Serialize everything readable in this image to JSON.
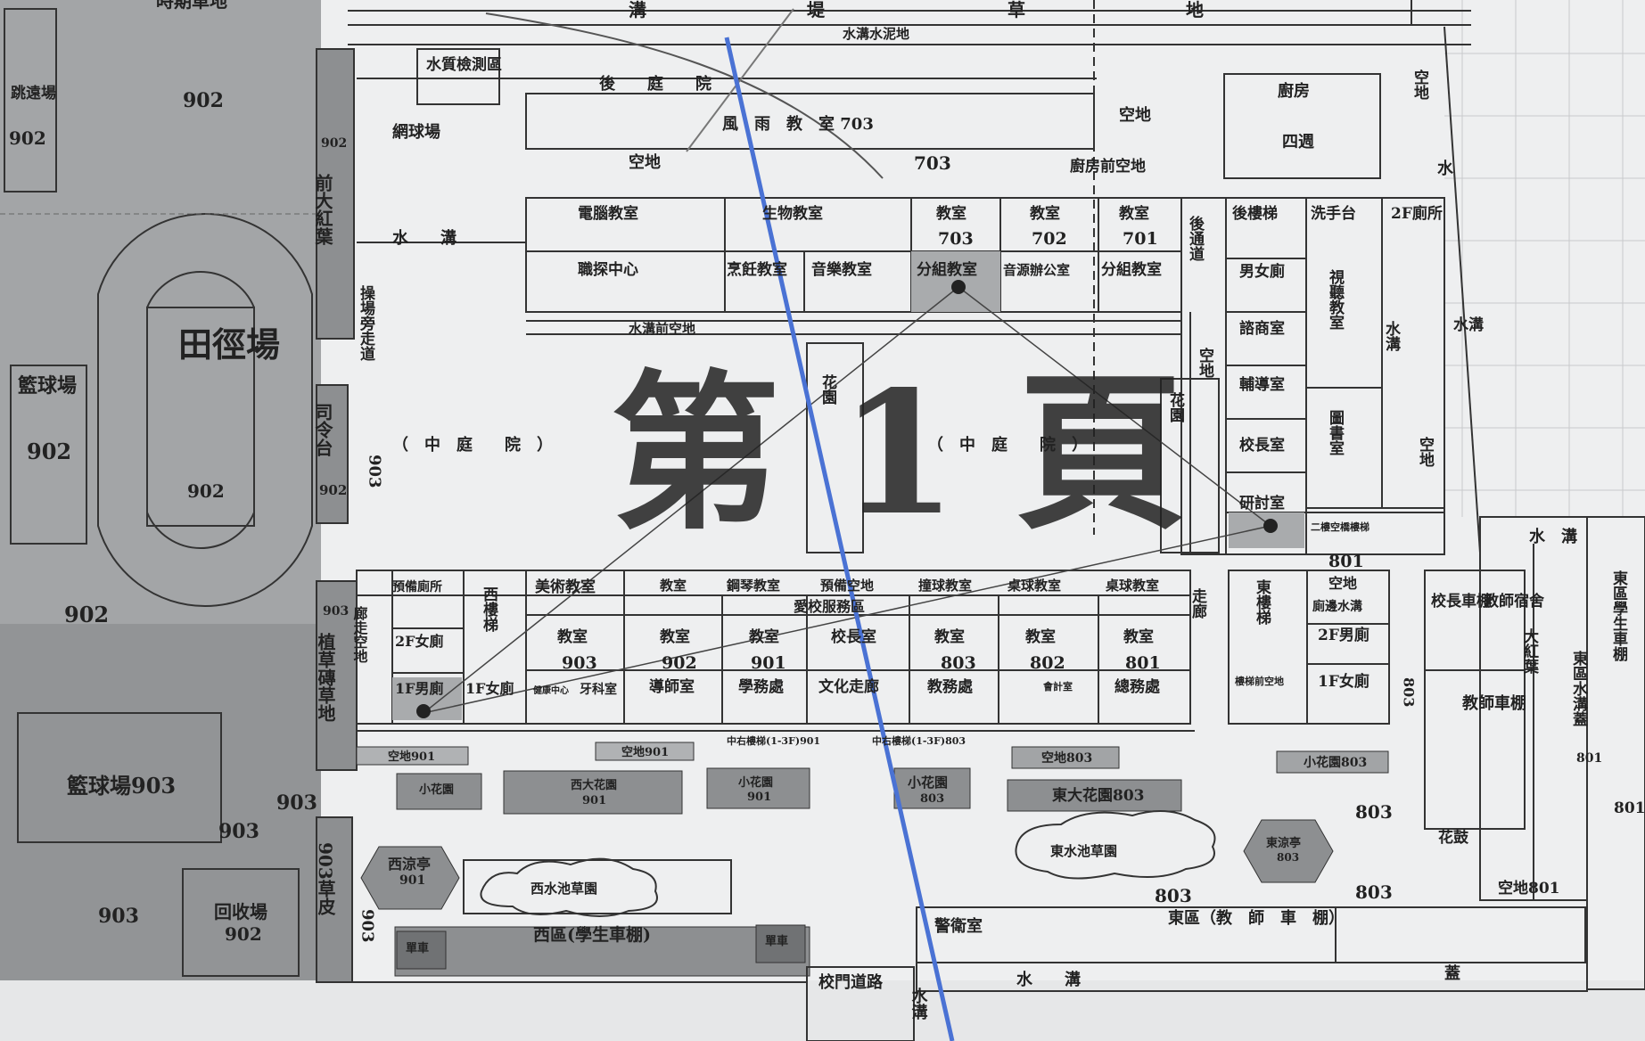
{
  "page": {
    "top_partial": "時期車地",
    "top_strip": [
      "溝",
      "堤",
      "草",
      "地"
    ],
    "watermark": "第 1 頁",
    "colors": {
      "paper": "#eeeff0",
      "gray_zone": "#9c9ea0",
      "dark_zone": "#8a8c8e",
      "line": "#3a3a3a",
      "blue_line": "#4a72d4"
    }
  },
  "left": {
    "跳遠場": "跳遠場",
    "z902": "902",
    "label_902": "902",
    "track": "田徑場",
    "track_code": "902",
    "籃球場": "籃球場",
    "c902": "902",
    "label_902b": "902",
    "court903": "籃球場903",
    "label_903a": "903",
    "label_903b": "903",
    "label_903c": "903",
    "recycle": "回收場",
    "recycle_code": "902"
  },
  "columns": {
    "c1_code": "902",
    "c1": "前大紅葉",
    "c2": "司令台",
    "c2_code": "902",
    "c3_code": "903",
    "c3": "植草磚草地",
    "c4": "903草皮"
  },
  "north": {
    "water_quality": "水質檢測區",
    "ditch_cement": "水溝水泥地",
    "back_courtyard": "後　　庭　　院",
    "classroom_row": "風　雨　教　室 703",
    "tennis": "網球場",
    "open1": "空地",
    "code703": "703",
    "kitchen_front": "廚房前空地",
    "open2": "空地",
    "kitchen": "廚房",
    "kitchen_sub": "四週",
    "open_right": "空地",
    "water_right": "水"
  },
  "building7": {
    "ditch": "水　　溝",
    "cells_top": [
      "電腦教室",
      "生物教室",
      "教室",
      "教室",
      "教室"
    ],
    "codes": [
      "703",
      "702",
      "701"
    ],
    "cells_bottom": [
      "職探中心",
      "烹飪教室",
      "音樂教室",
      "分組教室",
      "音源辦公室",
      "分組教室"
    ],
    "ditch_front": "水溝前空地",
    "back_corridor": "後通道",
    "back_stairs": "後樓梯",
    "wash": "洗手台",
    "toilet2f": "2F廁所",
    "mf_toilet": "男女廁",
    "consult": "諮商室",
    "counsel": "輔導室",
    "principal": "校長室",
    "seminar": "研討室",
    "av": "視聽教室",
    "library": "圖書室",
    "open_v": "空地",
    "ditch_v": "水溝",
    "open_v2": "空地",
    "stairs2": "二樓空橋樓梯",
    "code801": "801"
  },
  "courtyard": {
    "side_path": "操場旁走道",
    "code903": "903",
    "mid1": "（　中　庭　　院　）",
    "mid2": "（　中　庭　　院　）",
    "garden_v": "花園",
    "garden_v2": "花園"
  },
  "building9": {
    "top_cells": [
      "預備廁所",
      "西樓梯",
      "美術教室",
      "教室",
      "鋼琴教室",
      "預備空地",
      "撞球教室",
      "桌球教室",
      "桌球教室",
      "走廊"
    ],
    "service": "愛校服務區",
    "corridor_w": "廊走空地",
    "toilet2f": "2F女廁",
    "toilet1f": "1F男廁",
    "toilet1f_f": "1F女廁",
    "class903": "教室",
    "c903": "903",
    "class902": "教室",
    "c902": "902",
    "class901": "教室",
    "c901": "901",
    "principal2": "校長室",
    "class803": "教室",
    "c803": "803",
    "class802": "教室",
    "c802": "802",
    "class801": "教室",
    "c801": "801",
    "health": "健康中心",
    "dental": "牙科室",
    "teacher": "導師室",
    "academic": "學務處",
    "culture": "文化走廊",
    "affairs": "教務處",
    "account": "會計室",
    "general": "總務處",
    "stair_a": "中右樓梯(1-3F)901",
    "stair_b": "中右樓梯(1-3F)803",
    "east_stairs": "東樓梯",
    "east_under": "樓梯前空地",
    "open_e": "空地",
    "ditch_e": "廁邊水溝",
    "toilet2f_m": "2F男廁",
    "toilet1f_f2": "1F女廁",
    "code803": "803"
  },
  "south": {
    "open901a": "空地901",
    "open901b": "空地901",
    "open803": "空地803",
    "flower803": "小花園803",
    "small_garden": "小花園",
    "west_garden": "西大花園",
    "wg_code": "901",
    "small_garden2": "小花園",
    "sg2_code": "901",
    "small_garden3": "小花園",
    "sg3_code": "803",
    "east_garden": "東大花園803",
    "west_pavilion": "西涼亭",
    "wp_code": "901",
    "west_pond": "西水池草園",
    "east_pond": "東水池草園",
    "east_pavilion": "東涼亭",
    "ep_code": "803",
    "code803a": "803",
    "code803b": "803",
    "code803c": "803",
    "west_shed": "西區(學生車棚)",
    "bike_l": "單車",
    "bike_r": "單車",
    "guard": "警衛室",
    "east_shed": "東區（教　師　車　棚）",
    "gate": "校門道路",
    "ditch_s": "水　　溝",
    "ditch_s2": "水溝",
    "cover": "蓋",
    "col903": "903"
  },
  "east": {
    "ditch": "水　溝",
    "principal_shed": "校長車棚",
    "teacher_dorm": "教師宿舍",
    "big_red": "大紅葉",
    "teacher_shed": "教師車棚",
    "flowerbed": "花鼓",
    "open801": "空地801",
    "east_water": "東區水溝蓋",
    "code801": "801",
    "east_student": "東區學生車棚",
    "code801b": "801"
  }
}
